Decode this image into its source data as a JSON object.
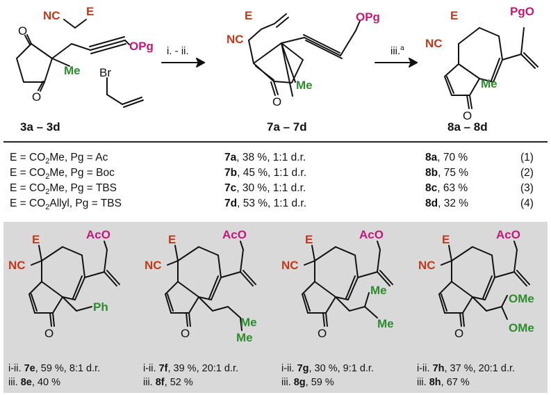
{
  "scheme": {
    "reagent_top": {
      "nc": "NC",
      "e": "E"
    },
    "start": {
      "o1": "O",
      "o2": "O",
      "me": "Me",
      "opg": "OPg",
      "br": "Br",
      "label": "3a – 3d"
    },
    "arrow1": "i. - ii.",
    "mid": {
      "e": "E",
      "nc": "NC",
      "opg": "OPg",
      "me": "Me",
      "o": "O",
      "label": "7a – 7d"
    },
    "arrow2": "iii.",
    "arrow2_sup": "a",
    "product": {
      "e": "E",
      "nc": "NC",
      "pgo": "PgO",
      "me": "Me",
      "o": "O",
      "label": "8a – 8d"
    }
  },
  "table": {
    "rows": [
      {
        "cond_pre": "E = CO",
        "cond_sub": "2",
        "cond_post": "Me, Pg = Ac",
        "c7": "7a",
        "c7_rest": ", 38 %, 1:1 d.r.",
        "c8": "8a",
        "c8_rest": ", 70 %",
        "entry": "(1)"
      },
      {
        "cond_pre": "E = CO",
        "cond_sub": "2",
        "cond_post": "Me, Pg = Boc",
        "c7": "7b",
        "c7_rest": ", 45 %, 1:1 d.r.",
        "c8": "8b",
        "c8_rest": ", 75 %",
        "entry": "(2)"
      },
      {
        "cond_pre": "E = CO",
        "cond_sub": "2",
        "cond_post": "Me, Pg = TBS",
        "c7": "7c",
        "c7_rest": ", 30 %, 1:1 d.r.",
        "c8": "8c",
        "c8_rest": ", 63 %",
        "entry": "(3)"
      },
      {
        "cond_pre": "E = CO",
        "cond_sub": "2",
        "cond_post": "Allyl, Pg = TBS",
        "c7": "7d",
        "c7_rest": ", 53 %, 1:1 d.r.",
        "c8": "8d",
        "c8_rest": ", 32 %",
        "entry": "(4)"
      }
    ]
  },
  "panel": {
    "compounds": [
      {
        "e": "E",
        "nc": "NC",
        "aco": "AcO",
        "o": "O",
        "sub1": "Ph",
        "sub2": "",
        "line1_pre": "i-ii. ",
        "line1_b": "7e",
        "line1_rest": ", 59 %, 8:1 d.r.",
        "line2_pre": "iii. ",
        "line2_b": "8e",
        "line2_rest": ", 40 %"
      },
      {
        "e": "E",
        "nc": "NC",
        "aco": "AcO",
        "o": "O",
        "sub1": "Me",
        "sub2": "Me",
        "line1_pre": "i-ii. ",
        "line1_b": "7f",
        "line1_rest": ", 39 %, 20:1 d.r.",
        "line2_pre": "iii. ",
        "line2_b": "8f",
        "line2_rest": ", 52 %"
      },
      {
        "e": "E",
        "nc": "NC",
        "aco": "AcO",
        "o": "O",
        "sub1": "Me",
        "sub2": "Me",
        "line1_pre": "i-ii. ",
        "line1_b": "7g",
        "line1_rest": ", 30 %, 9:1 d.r.",
        "line2_pre": "iii. ",
        "line2_b": "8g",
        "line2_rest": ", 59 %"
      },
      {
        "e": "E",
        "nc": "NC",
        "aco": "AcO",
        "o": "O",
        "sub1": "OMe",
        "sub2": "OMe",
        "line1_pre": "i-ii. ",
        "line1_b": "7h",
        "line1_rest": ", 37 %, 20:1 d.r.",
        "line2_pre": "iii. ",
        "line2_b": "8h",
        "line2_rest": ", 67 %"
      }
    ]
  },
  "colors": {
    "E": "#c0391b",
    "NC": "#c0391b",
    "Pg": "#c2187a",
    "Me": "#2e8b2e",
    "bond": "#111111",
    "panel": "#d9d9d9"
  }
}
